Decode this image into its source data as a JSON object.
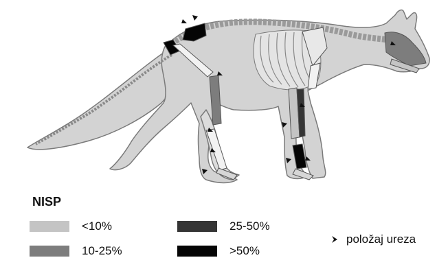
{
  "legend": {
    "title": "NISP",
    "items": [
      {
        "label": "<10%",
        "color": "#c4c4c4"
      },
      {
        "label": "10-25%",
        "color": "#7d7d7d"
      },
      {
        "label": "25-50%",
        "color": "#353535"
      },
      {
        "label": ">50%",
        "color": "#050505"
      }
    ],
    "notch_label": "položaj ureza"
  },
  "colors": {
    "body": "#d3d3d3",
    "outline": "#7a7a7a",
    "bone": "#f2f2f2",
    "bone_outline": "#555555"
  }
}
